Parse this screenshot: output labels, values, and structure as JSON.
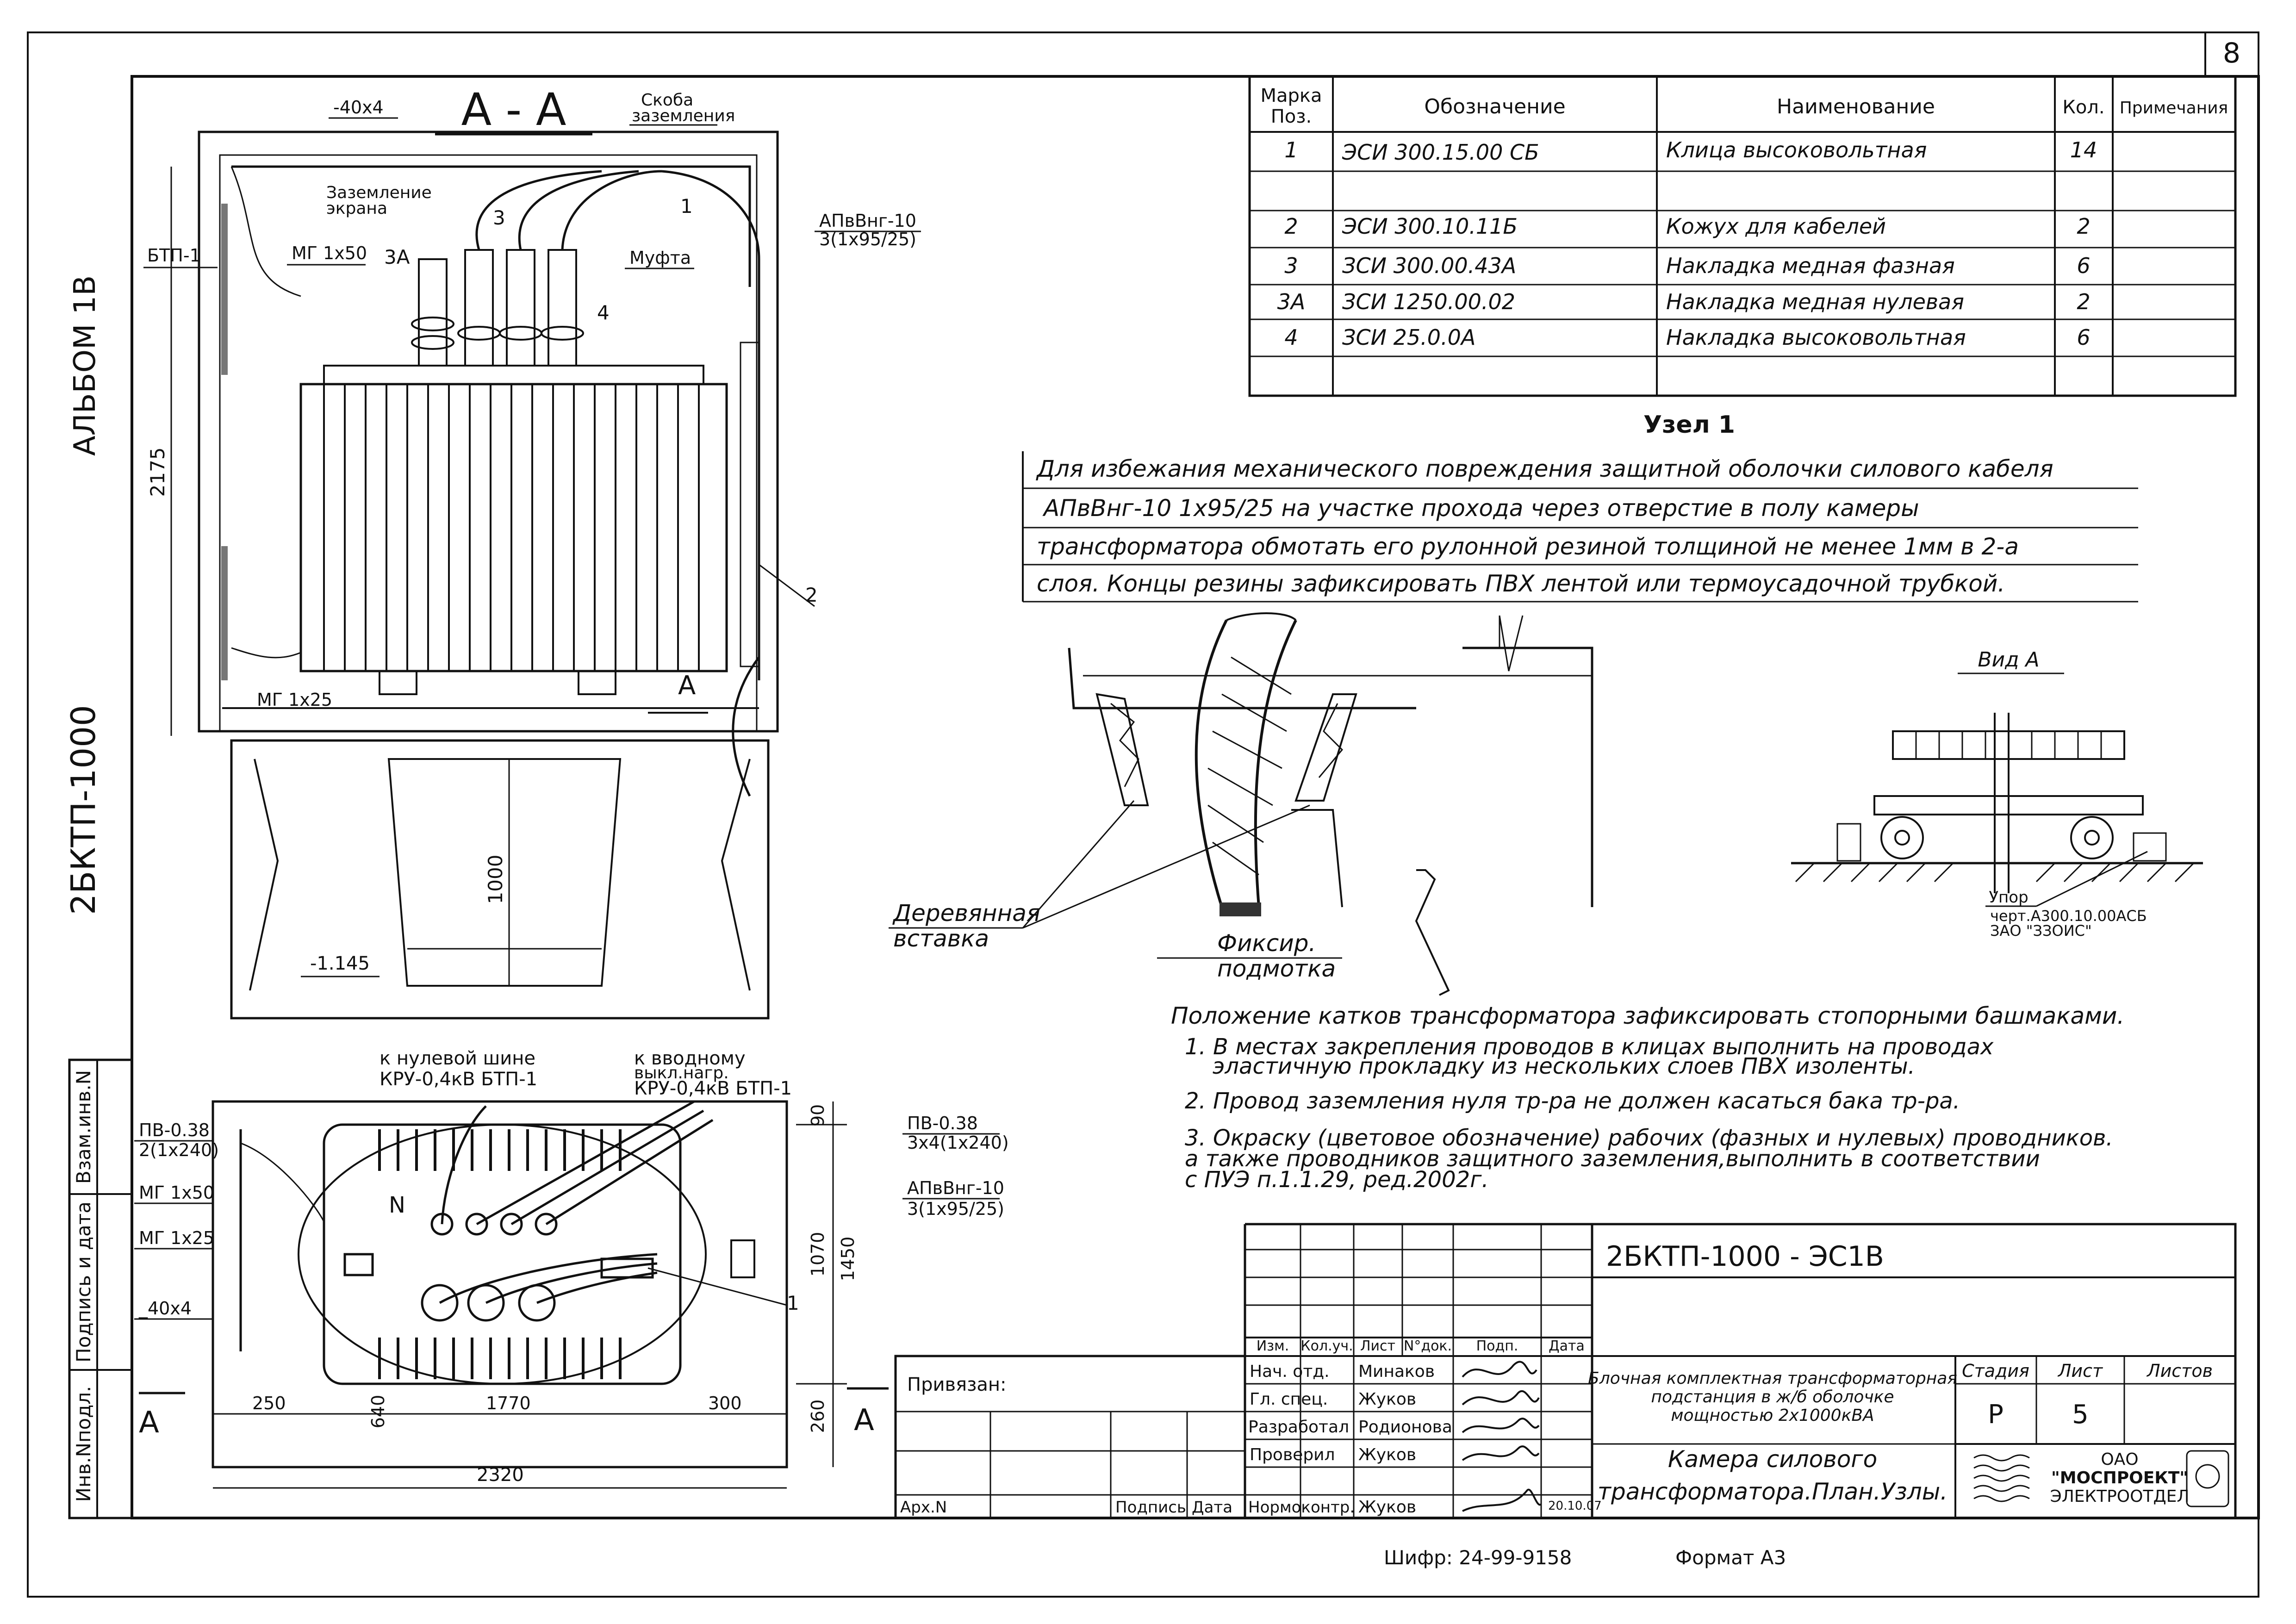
{
  "sheet_number": "8",
  "album": "АЛЬБОМ 1В",
  "project_code": "2БКТП-1000",
  "section_title": "А - А",
  "section_labels": {
    "bar_40x4": "-40х4",
    "skoba_line1": "Скоба",
    "skoba_line2": "заземления",
    "zazemlenie_line1": "Заземление",
    "zazemlenie_line2": "экрана",
    "btp1": "БТП-1",
    "mg_1x50": "МГ 1х50",
    "mark_3a": "3А",
    "mark_3": "3",
    "mark_1": "1",
    "mark_4": "4",
    "mark_2": "2",
    "mufta": "Муфта",
    "apvvng_line1": "АПвВнг-10",
    "apvvng_line2": "3(1х95/25)",
    "dim_2175": "2175",
    "dim_1000": "1000",
    "mg_1x25": "МГ 1х25",
    "view_a": "А",
    "level": "-1.145"
  },
  "plan_labels": {
    "to_zero_bus_line1": "к нулевой шине",
    "to_zero_bus_line2": "КРУ-0,4кВ БТП-1",
    "to_input_line1": "к вводному",
    "to_input_line2": "выкл.нагр.",
    "to_input_line3": "КРУ-0,4кВ  БТП-1",
    "pv_left_line1": "ПВ-0.38",
    "pv_left_line2": "2(1х240)",
    "mg_1x50": "МГ 1х50",
    "mg_1x25": "МГ 1х25",
    "bar_40x4": "_40х4",
    "section_mark": "А",
    "mark_n": "N",
    "pv_right_line1": "ПВ-0.38",
    "pv_right_line2": "3х4(1х240)",
    "apvvng_line1": "АПвВнг-10",
    "apvvng_line2": "3(1х95/25)",
    "mark_1": "1",
    "dim_90": "90",
    "dim_1070": "1070",
    "dim_1450": "1450",
    "dim_260": "260",
    "dim_250": "250",
    "dim_640": "640",
    "dim_1770": "1770",
    "dim_300": "300",
    "dim_2320": "2320"
  },
  "spec_table": {
    "headers": [
      "Марка\nПоз.",
      "Обозначение",
      "Наименование",
      "Кол.",
      "Примечания"
    ],
    "rows": [
      {
        "pos": "1",
        "code": "ЭСИ 300.15.00 СБ",
        "name": "Клица высоковольтная",
        "qty": "14",
        "note": ""
      },
      {
        "pos": "",
        "code": "",
        "name": "",
        "qty": "",
        "note": ""
      },
      {
        "pos": "2",
        "code": "ЭСИ 300.10.11Б",
        "name": "Кожух для кабелей",
        "qty": "2",
        "note": ""
      },
      {
        "pos": "3",
        "code": "ЗСИ 300.00.43А",
        "name": "Накладка медная фазная",
        "qty": "6",
        "note": ""
      },
      {
        "pos": "3А",
        "code": "ЗСИ 1250.00.02",
        "name": "Накладка медная нулевая",
        "qty": "2",
        "note": ""
      },
      {
        "pos": "4",
        "code": "ЗСИ 25.0.0А",
        "name": "Накладка высоковольтная",
        "qty": "6",
        "note": ""
      },
      {
        "pos": "",
        "code": "",
        "name": "",
        "qty": "",
        "note": ""
      }
    ]
  },
  "node1": {
    "title": "Узел 1",
    "text_lines": [
      "Для избежания механического повреждения защитной оболочки силового кабеля",
      "АПвВнг-10 1х95/25 на участке прохода  через отверстие в полу камеры",
      "трансформатора обмотать его рулонной резиной толщиной не менее 1мм в 2-а",
      "слоя. Концы резины зафиксировать ПВХ лентой или термоусадочной трубкой."
    ],
    "wood_insert_line1": "Деревянная",
    "wood_insert_line2": "вставка",
    "fix_line1": "Фиксир.",
    "fix_line2": "подмотка"
  },
  "view_a_detail": {
    "title": "Вид А",
    "stop_label": "Упор",
    "stop_ref_line1": "черт.А300.10.00АСБ",
    "stop_ref_line2": "ЗАО \"ЗЗОИС\""
  },
  "notes": {
    "intro": "Положение катков трансформатора зафиксировать стопорными башмаками.",
    "n1_line1": "1. В местах закрепления проводов в клицах выполнить на  проводах",
    "n1_line2": "эластичную прокладку из нескольких слоев ПВХ изоленты.",
    "n2": "2. Провод заземления нуля тр-ра не должен касаться бака тр-ра.",
    "n3_line1": "3. Окраску (цветовое обозначение) рабочих (фазных и нулевых) проводников.",
    "n3_line2": "а также проводников защитного заземления,выполнить в соответствии",
    "n3_line3": "с ПУЭ п.1.1.29, ред.2002г."
  },
  "side_stamp": [
    "Взам.инв.N",
    "Подпись и дата",
    "Инв.Nподл."
  ],
  "title_block": {
    "doc_code": "2БКТП-1000 - ЭС1В",
    "privyazan": "Привязан:",
    "arkh_n": "Арх.N",
    "podpis": "Подпись",
    "data": "Дата",
    "col_headers": [
      "Изм.",
      "Кол.уч.",
      "Лист",
      "N°док.",
      "Подп.",
      "Дата"
    ],
    "roles": [
      {
        "role": "Нач. отд.",
        "name": "Минаков"
      },
      {
        "role": "Гл. спец.",
        "name": "Жуков"
      },
      {
        "role": "Разработал",
        "name": "Родионова"
      },
      {
        "role": "Проверил",
        "name": "Жуков"
      },
      {
        "role": "Нормоконтр.",
        "name": "Жуков"
      }
    ],
    "sign_date": "20.10.07",
    "object_line1": "Блочная комплектная трансформаторная",
    "object_line2": "подстанция в ж/б оболочке",
    "object_line3": "мощностью 2х1000кВА",
    "stage_label": "Стадия",
    "sheet_label": "Лист",
    "sheets_label": "Листов",
    "stage": "Р",
    "sheet": "5",
    "sheets": "",
    "drawing_line1": "Камера силового",
    "drawing_line2": "трансформатора.План.Узлы.",
    "org_line1": "ОАО",
    "org_line2": "\"МОСПРОЕКТ\"",
    "org_line3": "ЭЛЕКТРООТДЕЛ"
  },
  "footer": {
    "cipher": "Шифр: 24-99-9158",
    "format": "Формат А3"
  }
}
